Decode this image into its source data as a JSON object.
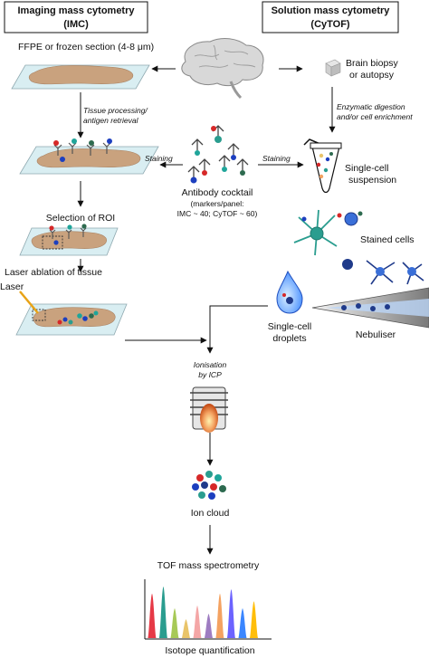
{
  "headers": {
    "imc_line1": "Imaging mass cytometry",
    "imc_line2": "(IMC)",
    "cytof_line1": "Solution mass cytometry",
    "cytof_line2": "(CyTOF)"
  },
  "labels": {
    "ffpe": "FFPE or frozen section (4-8 μm)",
    "brain_biopsy_1": "Brain biopsy",
    "brain_biopsy_2": "or autopsy",
    "tissue_processing_1": "Tissue processing/",
    "tissue_processing_2": "antigen retrieval",
    "enzymatic_1": "Enzymatic digestion",
    "enzymatic_2": "and/or cell enrichment",
    "staining_left": "Staining",
    "staining_right": "Staining",
    "single_cell_suspension_1": "Single-cell",
    "single_cell_suspension_2": "suspension",
    "antibody_cocktail": "Antibody cocktail",
    "markers_1": "(markers/panel:",
    "markers_2": "IMC ~ 40; CyTOF ~ 60)",
    "selection_roi": "Selection of ROI",
    "stained_cells": "Stained cells",
    "laser_ablation": "Laser ablation of tissue",
    "laser": "Laser",
    "single_cell_droplets_1": "Single-cell",
    "single_cell_droplets_2": "droplets",
    "nebuliser": "Nebuliser",
    "ionisation_1": "Ionisation",
    "ionisation_2": "by ICP",
    "ion_cloud": "Ion cloud",
    "tof": "TOF mass spectrometry",
    "isotope": "Isotope quantification"
  },
  "colors": {
    "tissue": "#c9a27e",
    "slide": "#d9eef2",
    "cell_dark_blue": "#1f3a8a",
    "cell_teal": "#2a9d8f",
    "marker_red": "#d62828",
    "marker_blue": "#1d3fbf",
    "marker_teal": "#1fa59a",
    "marker_green": "#2d6a4f"
  },
  "spectrum_peaks": [
    {
      "color": "#e63946",
      "value": 0.82
    },
    {
      "color": "#2a9d8f",
      "value": 0.95
    },
    {
      "color": "#a7c957",
      "value": 0.55
    },
    {
      "color": "#e9c46a",
      "value": 0.35
    },
    {
      "color": "#f4a6a6",
      "value": 0.6
    },
    {
      "color": "#9e7cc1",
      "value": 0.45
    },
    {
      "color": "#f4a261",
      "value": 0.82
    },
    {
      "color": "#6c63ff",
      "value": 0.9
    },
    {
      "color": "#3a86ff",
      "value": 0.55
    },
    {
      "color": "#ffbe0b",
      "value": 0.68
    }
  ]
}
